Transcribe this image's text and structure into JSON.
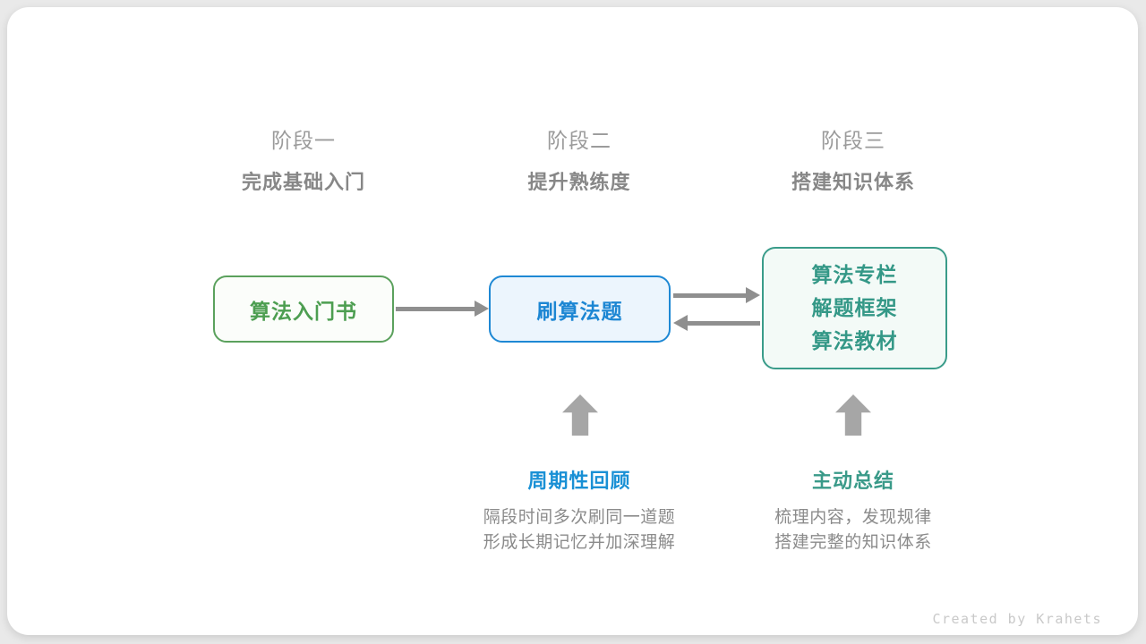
{
  "stages": [
    {
      "label": "阶段一",
      "subtitle": "完成基础入门"
    },
    {
      "label": "阶段二",
      "subtitle": "提升熟练度"
    },
    {
      "label": "阶段三",
      "subtitle": "搭建知识体系"
    }
  ],
  "boxes": [
    {
      "name": "intro-book",
      "lines": [
        "算法入门书"
      ],
      "accent": "#5ba15d"
    },
    {
      "name": "practice-problems",
      "lines": [
        "刷算法题"
      ],
      "accent": "#1e88d4"
    },
    {
      "name": "knowledge-sources",
      "lines": [
        "算法专栏",
        "解题框架",
        "算法教材"
      ],
      "accent": "#3a9c8a"
    }
  ],
  "notes": [
    {
      "title": "周期性回顾",
      "accent": "#1990d5",
      "lines": [
        "隔段时间多次刷同一道题",
        "形成长期记忆并加深理解"
      ]
    },
    {
      "title": "主动总结",
      "accent": "#3a9a89",
      "lines": [
        "梳理内容，发现规律",
        "搭建完整的知识体系"
      ]
    }
  ],
  "credit": "Created by Krahets",
  "colors": {
    "page_background": "#e9e9e9",
    "card_background": "#ffffff",
    "stage_label_gray": "#9b9b9b",
    "stage_subtitle_gray": "#878787",
    "arrow_gray": "#8f8f8f",
    "block_arrow_gray": "#a6a6a6",
    "note_body_gray": "#8b8b8b",
    "green": "#5ba15d",
    "blue": "#1e88d4",
    "teal": "#3a9c8a",
    "credit_gray": "#c9c9c9"
  }
}
